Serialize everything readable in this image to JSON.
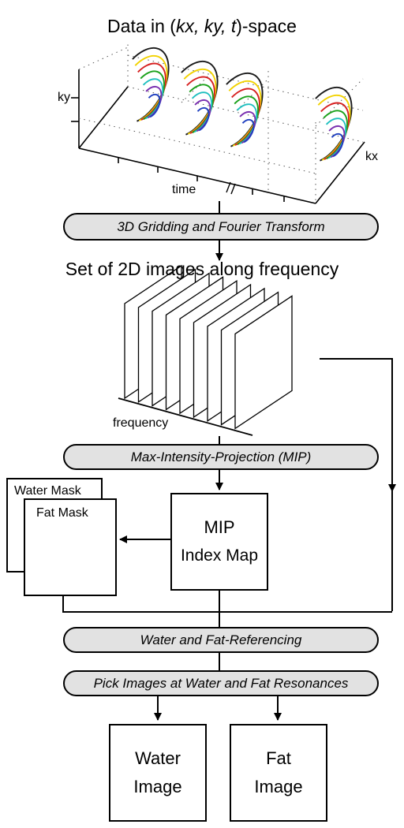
{
  "titles": {
    "kspace_prefix": "Data in (",
    "kspace_vars": "kx, ky, t",
    "kspace_suffix": ")-space",
    "images_set": "Set of 2D images along frequency"
  },
  "axes": {
    "ky": "ky",
    "kx": "kx",
    "time": "time",
    "frequency": "frequency"
  },
  "steps": {
    "gridding": "3D Gridding and Fourier Transform",
    "mip": "Max-Intensity-Projection (MIP)",
    "referencing": "Water and Fat-Referencing",
    "pick": "Pick Images at Water and Fat Resonances"
  },
  "boxes": {
    "water_mask": "Water Mask",
    "fat_mask": "Fat Mask",
    "mip_line1": "MIP",
    "mip_line2": "Index Map",
    "water_line1": "Water",
    "water_line2": "Image",
    "fat_line1": "Fat",
    "fat_line2": "Image"
  },
  "spiral_colors": [
    "#1a1a1a",
    "#f2d200",
    "#d62020",
    "#1aa11a",
    "#1fbfbf",
    "#7a2fb0",
    "#1f3fbf"
  ]
}
